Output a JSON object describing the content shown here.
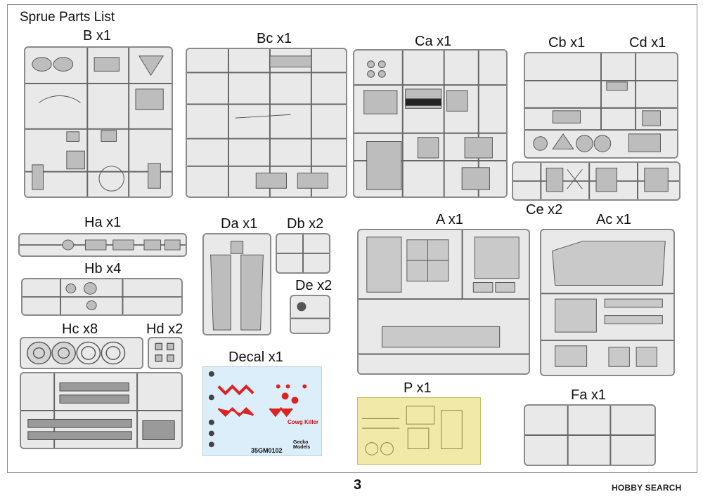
{
  "title": "Sprue Parts List",
  "page_number": "3",
  "watermark": "HOBBY SEARCH",
  "decal_code": "35GM0102",
  "decal_brand": "Gecko Models",
  "decal_text_a": "Cowg Killer",
  "sprues": [
    {
      "id": "B",
      "label": "B x1"
    },
    {
      "id": "Bc",
      "label": "Bc x1"
    },
    {
      "id": "Ca",
      "label": "Ca x1"
    },
    {
      "id": "Cb",
      "label": "Cb x1"
    },
    {
      "id": "Cd",
      "label": "Cd x1"
    },
    {
      "id": "Ce",
      "label": "Ce x2"
    },
    {
      "id": "Ha",
      "label": "Ha x1"
    },
    {
      "id": "Hb",
      "label": "Hb x4"
    },
    {
      "id": "Hc",
      "label": "Hc x8"
    },
    {
      "id": "Hd",
      "label": "Hd x2"
    },
    {
      "id": "Da",
      "label": "Da x1"
    },
    {
      "id": "Db",
      "label": "Db x2"
    },
    {
      "id": "De",
      "label": "De x2"
    },
    {
      "id": "A",
      "label": "A x1"
    },
    {
      "id": "Ac",
      "label": "Ac x1"
    },
    {
      "id": "Decal",
      "label": "Decal x1"
    },
    {
      "id": "P",
      "label": "P x1"
    },
    {
      "id": "Fa",
      "label": "Fa x1"
    }
  ]
}
